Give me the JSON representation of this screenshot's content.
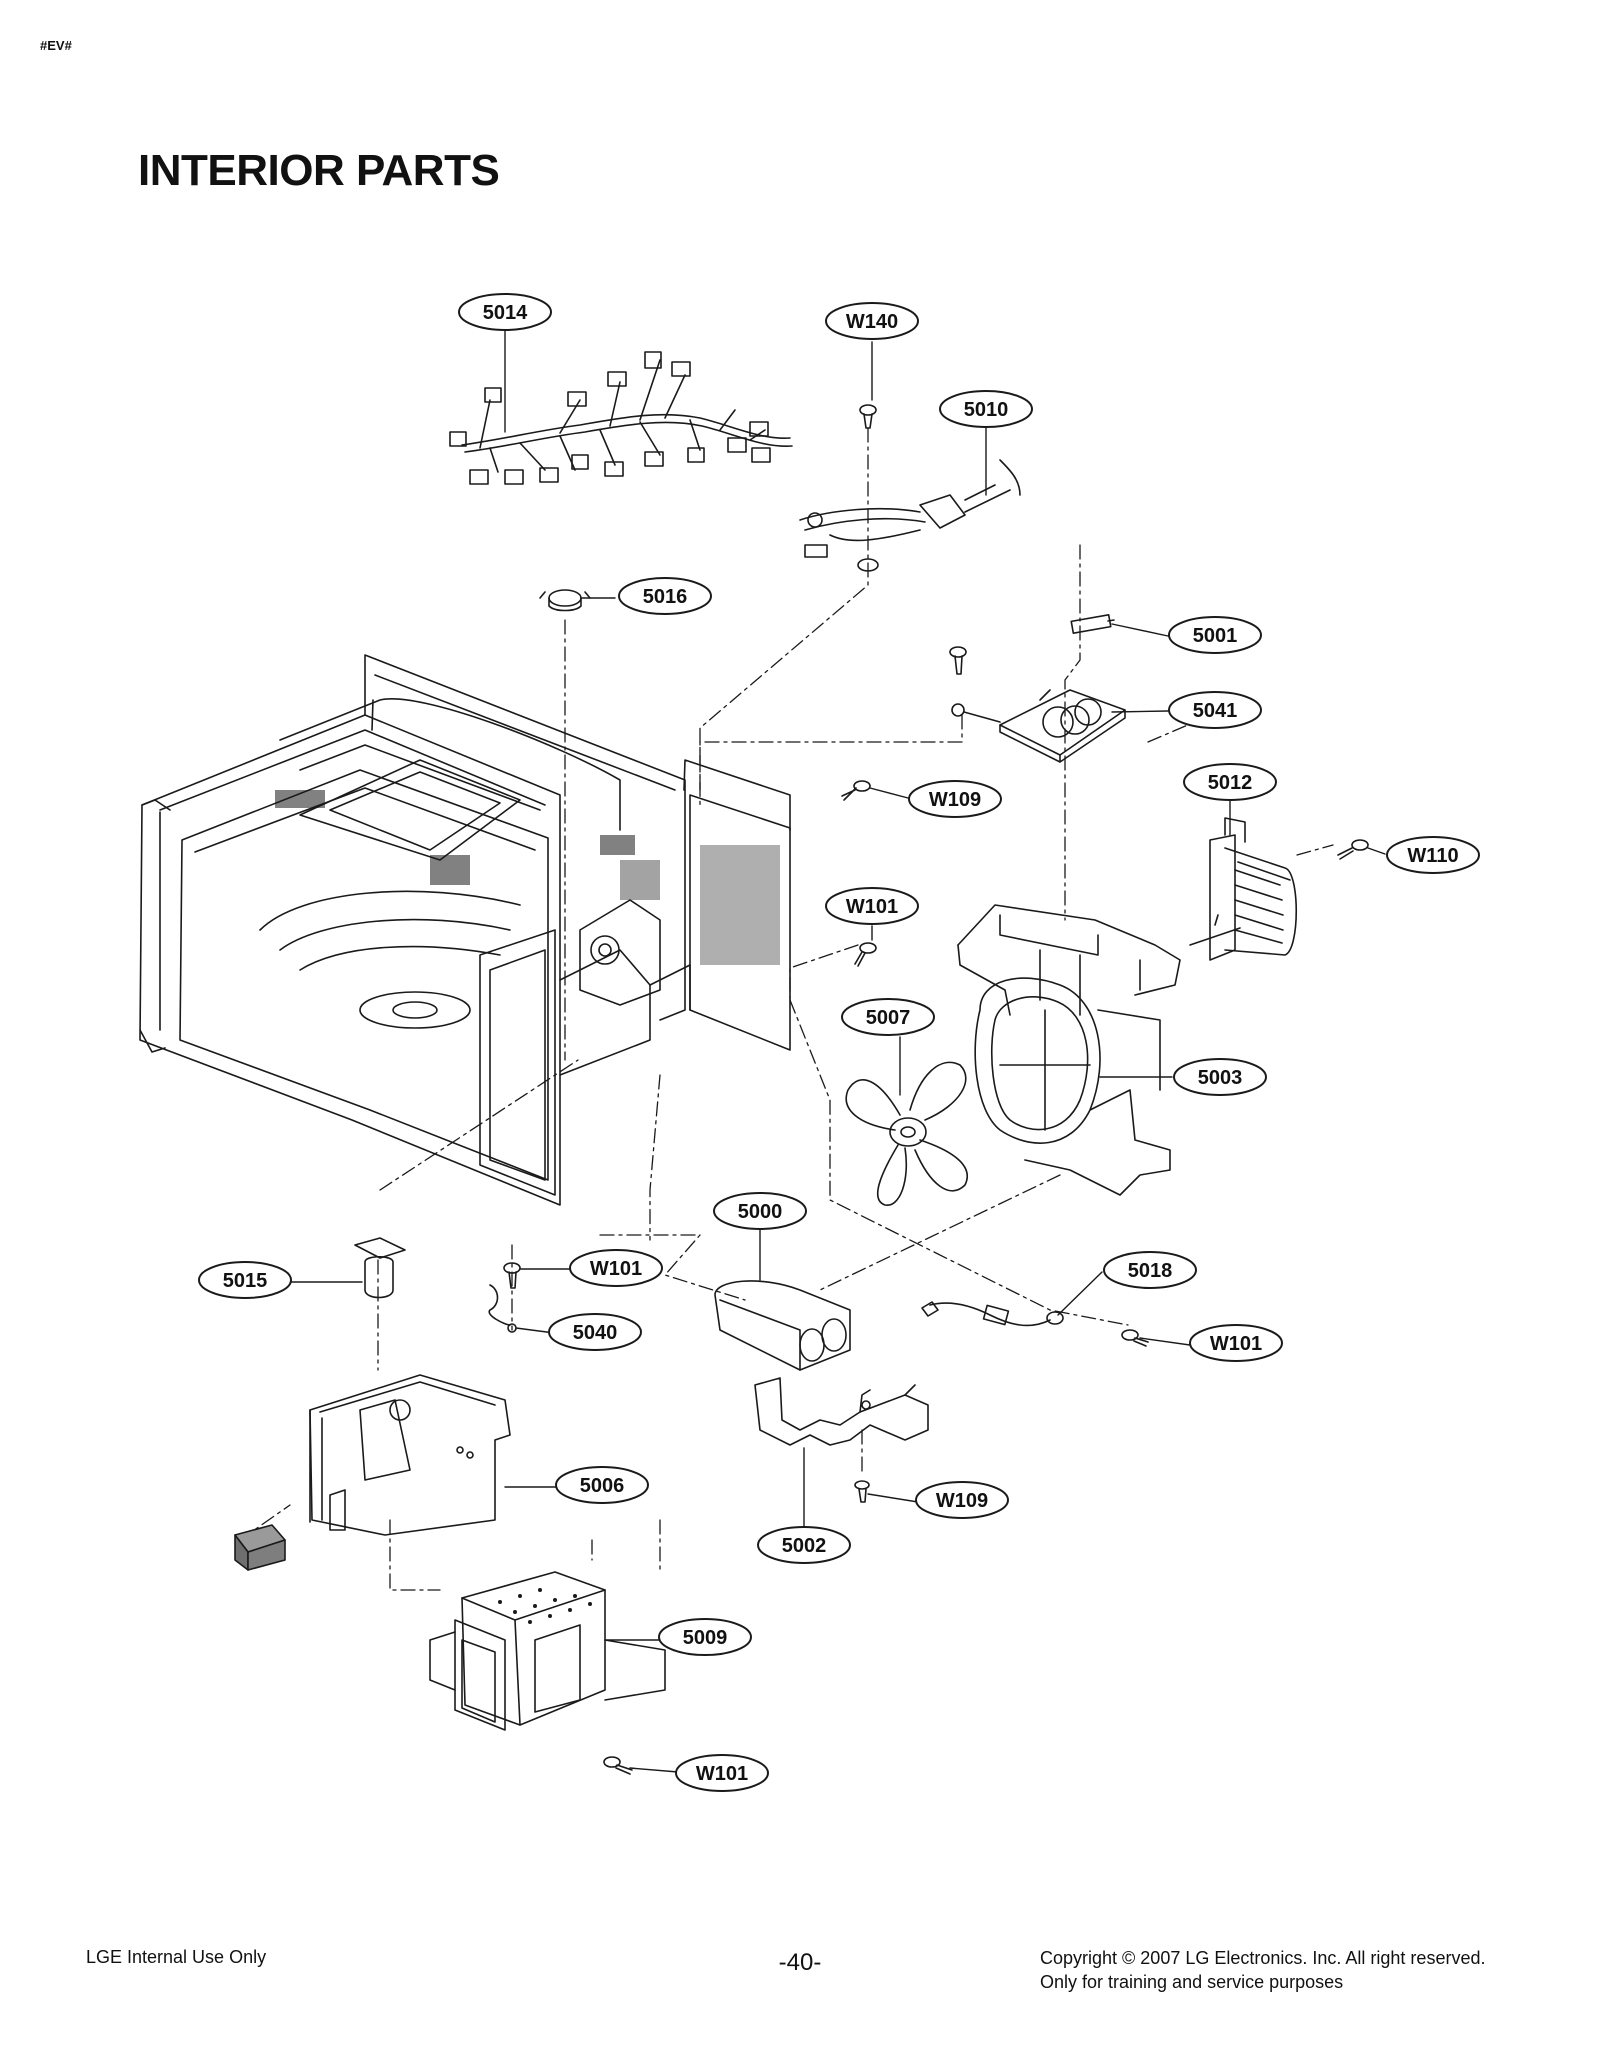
{
  "header": {
    "corner_tag": "#EV#",
    "title": "INTERIOR PARTS"
  },
  "callouts": [
    {
      "id": "5014",
      "label": "5014"
    },
    {
      "id": "W140",
      "label": "W140"
    },
    {
      "id": "5010",
      "label": "5010"
    },
    {
      "id": "5016",
      "label": "5016"
    },
    {
      "id": "5001",
      "label": "5001"
    },
    {
      "id": "5041",
      "label": "5041"
    },
    {
      "id": "5012",
      "label": "5012"
    },
    {
      "id": "W109a",
      "label": "W109"
    },
    {
      "id": "W110",
      "label": "W110"
    },
    {
      "id": "W101a",
      "label": "W101"
    },
    {
      "id": "5007",
      "label": "5007"
    },
    {
      "id": "5003",
      "label": "5003"
    },
    {
      "id": "5000",
      "label": "5000"
    },
    {
      "id": "5015",
      "label": "5015"
    },
    {
      "id": "W101b",
      "label": "W101"
    },
    {
      "id": "5018",
      "label": "5018"
    },
    {
      "id": "5040",
      "label": "5040"
    },
    {
      "id": "W101c",
      "label": "W101"
    },
    {
      "id": "5006",
      "label": "5006"
    },
    {
      "id": "W109b",
      "label": "W109"
    },
    {
      "id": "5002",
      "label": "5002"
    },
    {
      "id": "5009",
      "label": "5009"
    },
    {
      "id": "W101d",
      "label": "W101"
    }
  ],
  "footer": {
    "left": "LGE Internal Use Only",
    "page_number": "-40-",
    "copyright_line1": "Copyright © 2007 LG Electronics. Inc. All right reserved.",
    "copyright_line2": "Only for training and service purposes"
  },
  "colors": {
    "line": "#1a1a1a",
    "label_fill": "#ffffff",
    "shade": "#9a9a9a"
  }
}
